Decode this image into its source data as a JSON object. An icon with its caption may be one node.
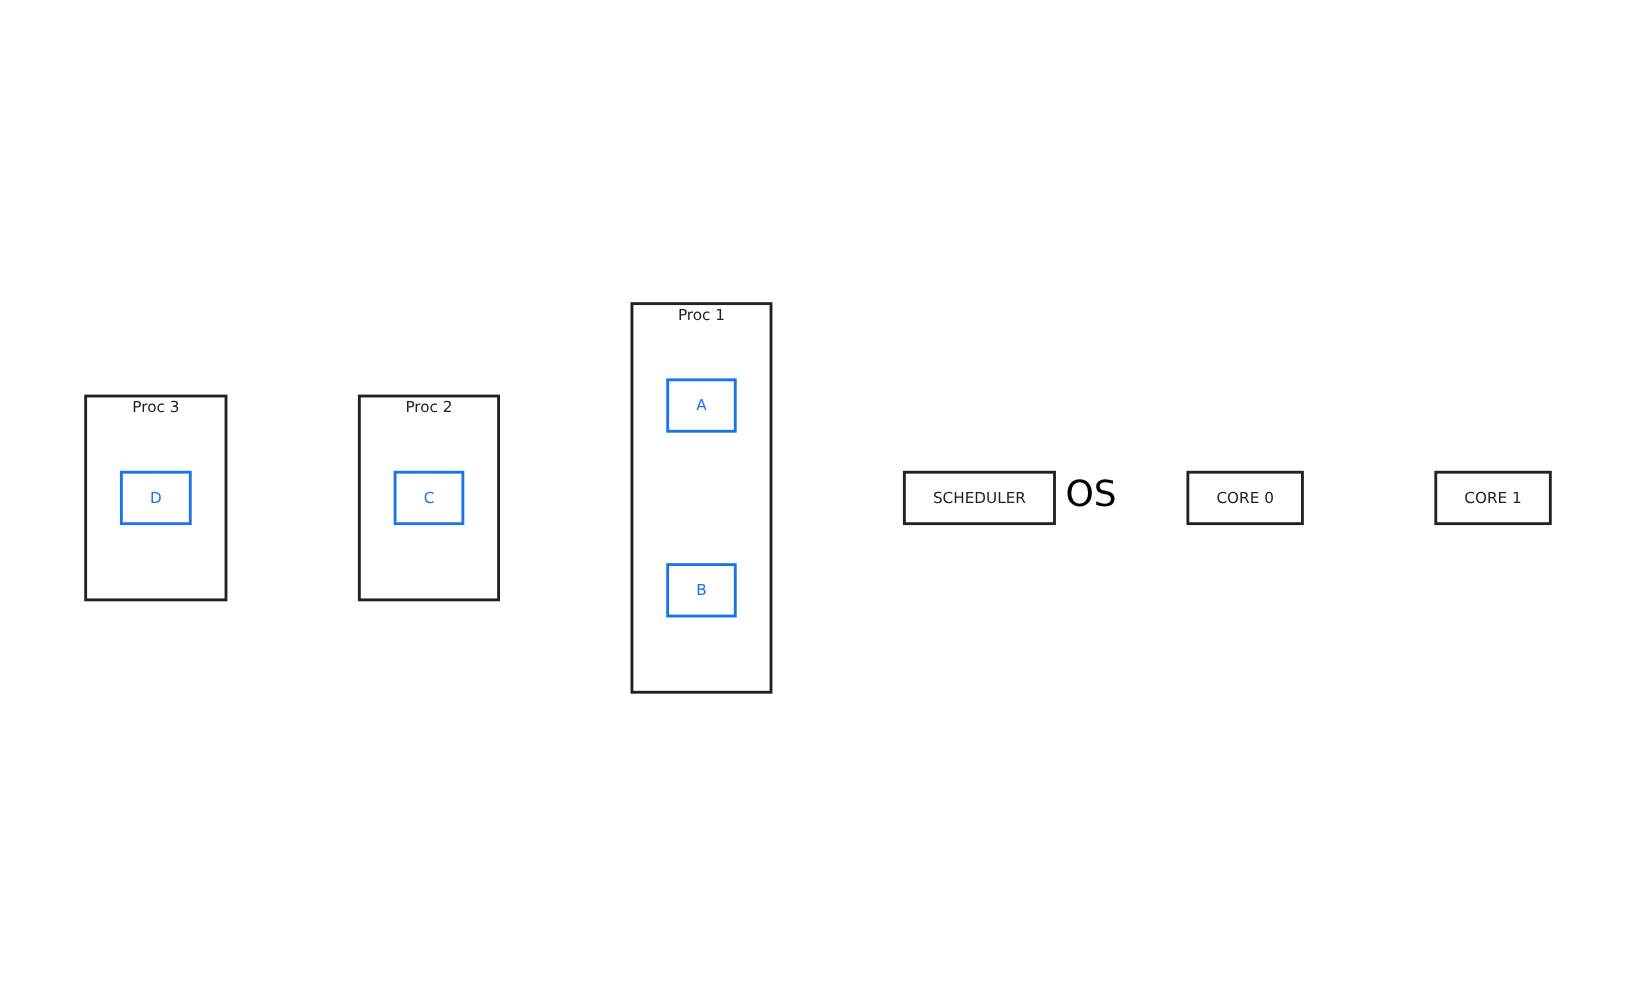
{
  "diagram": {
    "nodes": [
      {
        "text": [
          "Proc 1"
        ]
      },
      {
        "text": [
          "A"
        ],
        "in": 0
      },
      {
        "text": [
          "B"
        ],
        "in": 0
      },
      {
        "text": [
          "Proc 2"
        ]
      },
      {
        "text": [
          "C"
        ],
        "in": 3
      },
      {
        "text": [
          "Proc 3"
        ]
      },
      {
        "text": [
          "D"
        ],
        "in": 5
      },
      {
        "text": [
          "SCHEDULER"
        ],
        "beside": [
          "OS"
        ]
      },
      {
        "text": [
          "CORE 0"
        ]
      },
      {
        "text": [
          "CORE 1"
        ]
      }
    ],
    "edges": []
  }
}
